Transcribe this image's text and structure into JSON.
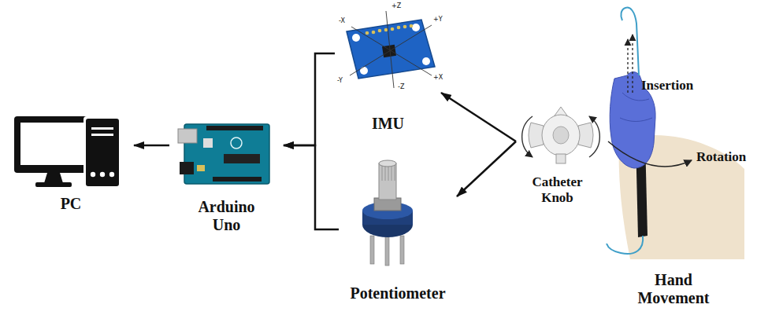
{
  "diagram": {
    "nodes": [
      {
        "text": [
          "PC"
        ]
      },
      {
        "text": [
          "Arduino Uno"
        ]
      },
      {
        "text": [
          "IMU"
        ]
      },
      {
        "text": [
          "Potentiometer"
        ]
      },
      {
        "text": [
          "Catheter Knob"
        ]
      },
      {
        "text": [
          "Hand Movement"
        ]
      }
    ],
    "edges": [
      {
        "from": 1,
        "to": 0,
        "arrow": "to"
      },
      {
        "from": 2,
        "to": 1,
        "arrow": "to"
      },
      {
        "from": 3,
        "to": 1,
        "arrow": "to"
      },
      {
        "from": 4,
        "to": 2,
        "arrow": "to"
      },
      {
        "from": 4,
        "to": 3,
        "arrow": "to"
      }
    ],
    "labels": [
      "+Z",
      "-X",
      "+Y",
      "-Y",
      "+X",
      "-Z",
      "Insertion",
      "Rotation"
    ]
  }
}
